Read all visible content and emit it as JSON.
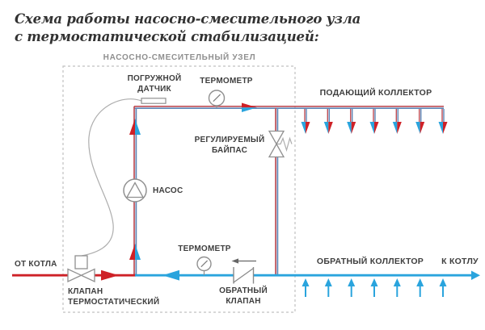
{
  "title": {
    "line1": "Схема работы насосно-смесительного узла",
    "line2": "с термостатической стабилизацией:"
  },
  "labels": {
    "unit_box": "НАСОСНО-СМЕСИТЕЛЬНЫЙ УЗЕЛ",
    "immersion_sensor": "ПОГРУЖНОЙ\nДАТЧИК",
    "thermometer_top": "ТЕРМОМЕТР",
    "supply_collector": "ПОДАЮЩИЙ КОЛЛЕКТОР",
    "adjustable_bypass": "РЕГУЛИРУЕМЫЙ\nБАЙПАС",
    "pump": "НАСОС",
    "from_boiler": "ОТ КОТЛА",
    "thermostatic_valve": "КЛАПАН\nТЕРМОСТАТИЧЕСКИЙ",
    "thermometer_bottom": "ТЕРМОМЕТР",
    "check_valve": "ОБРАТНЫЙ\nКЛАПАН",
    "return_collector": "ОБРАТНЫЙ КОЛЛЕКТОР",
    "to_boiler": "К КОТЛУ"
  },
  "colors": {
    "hot": "#ce2127",
    "cold": "#2aa4dd",
    "pipe-red": "#bf4d55",
    "pipe-blue": "#5d86b6",
    "outline": "#909090",
    "capillary": "#adadad",
    "dash": "#c0c0c0",
    "label-dark": "#3e3e3e",
    "label-gray": "#8f8f8f",
    "title": "#323232"
  }
}
